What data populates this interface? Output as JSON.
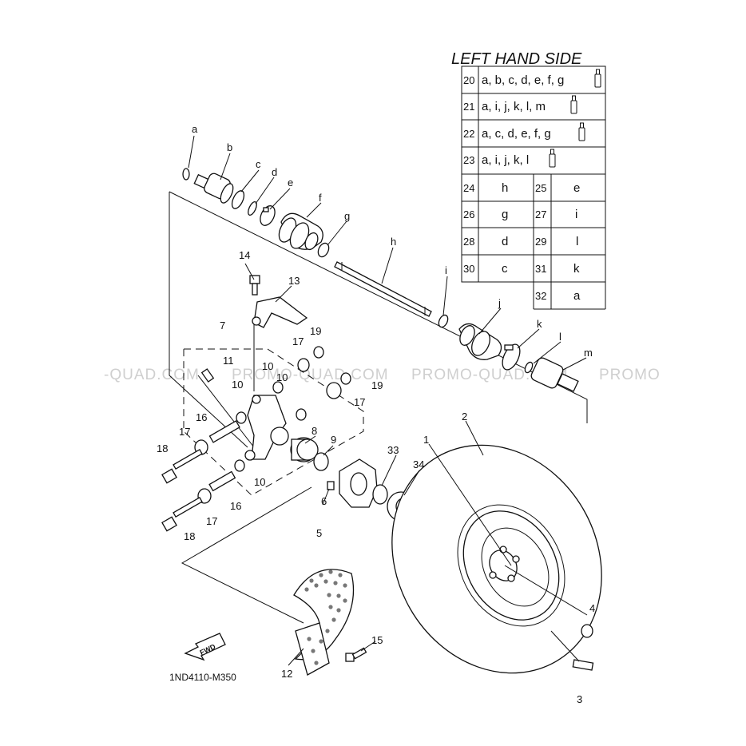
{
  "title": "LEFT HAND SIDE",
  "diagram_code": "1ND4110-M350",
  "fwd_label": "FWD",
  "watermarks": [
    "-QUAD.COM",
    "PROMO-QUAD.COM",
    "PROMO-QUAD.COM",
    "PROMO"
  ],
  "table": {
    "kit_rows": [
      {
        "num": "20",
        "parts": "a, b, c, d, e, f, g",
        "icon": "grease-tube-icon"
      },
      {
        "num": "21",
        "parts": "a, i, j, k, l, m",
        "icon": "grease-tube-icon"
      },
      {
        "num": "22",
        "parts": "a, c, d, e, f, g",
        "icon": "grease-tube-icon"
      },
      {
        "num": "23",
        "parts": "a, i, j, k, l",
        "icon": "grease-tube-icon"
      }
    ],
    "pair_rows": [
      {
        "n1": "24",
        "v1": "h",
        "n2": "25",
        "v2": "e"
      },
      {
        "n1": "26",
        "v1": "g",
        "n2": "27",
        "v2": "i"
      },
      {
        "n1": "28",
        "v1": "d",
        "n2": "29",
        "v2": "l"
      },
      {
        "n1": "30",
        "v1": "c",
        "n2": "31",
        "v2": "k"
      }
    ],
    "last_row": {
      "num": "32",
      "val": "a"
    }
  },
  "callouts": {
    "a": "a",
    "b": "b",
    "c": "c",
    "d": "d",
    "e": "e",
    "f": "f",
    "g": "g",
    "h": "h",
    "i": "i",
    "j": "j",
    "k": "k",
    "l": "l",
    "m": "m",
    "n1": "1",
    "n2": "2",
    "n3": "3",
    "n4": "4",
    "n5": "5",
    "n6": "6",
    "n7": "7",
    "n8": "8",
    "n9": "9",
    "n10": "10",
    "n11": "11",
    "n12": "12",
    "n13": "13",
    "n14": "14",
    "n15": "15",
    "n16": "16",
    "n17": "17",
    "n18": "18",
    "n19": "19",
    "n33": "33",
    "n34": "34"
  }
}
